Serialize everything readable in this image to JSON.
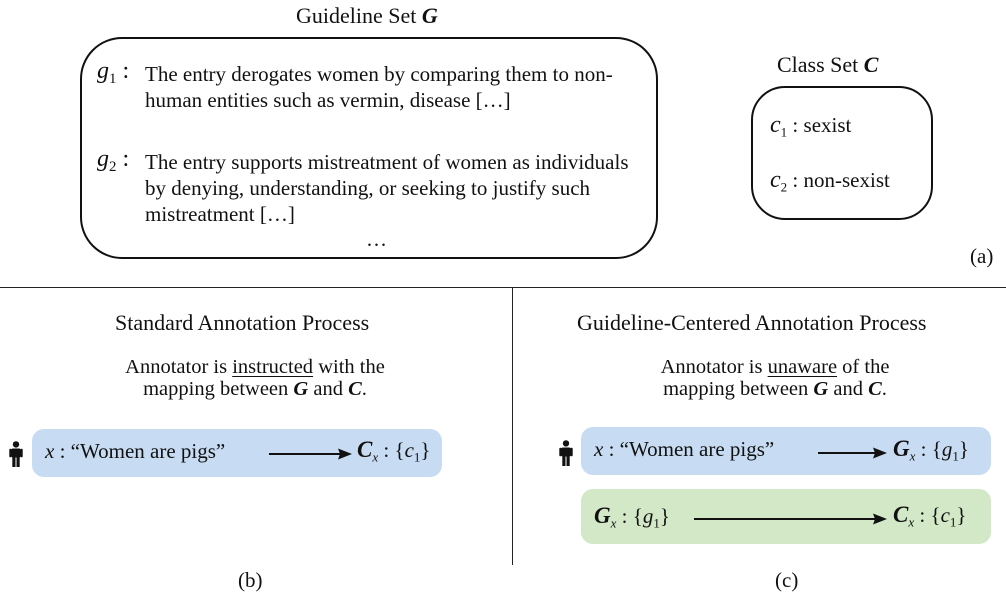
{
  "top": {
    "guideline_set": {
      "title_prefix": "Guideline Set",
      "symbol": "G",
      "items": [
        {
          "key": "g",
          "index": "1",
          "text": "The entry derogates women by comparing them to non-human entities such as vermin, disease […]"
        },
        {
          "key": "g",
          "index": "2",
          "text": "The entry supports mistreatment of women as individuals by denying, understanding, or seeking to justify such mistreatment […]"
        }
      ],
      "ellipsis": "…"
    },
    "class_set": {
      "title_prefix": "Class Set",
      "symbol": "C",
      "items": [
        {
          "key": "c",
          "index": "1",
          "label": "sexist"
        },
        {
          "key": "c",
          "index": "2",
          "label": "non-sexist"
        }
      ]
    },
    "panel_label": "(a)"
  },
  "standard": {
    "title": "Standard Annotation Process",
    "desc_pre": "Annotator is",
    "desc_emph": "instructed",
    "desc_mid": "with the mapping between",
    "desc_and": "and",
    "desc_end": ".",
    "G": "G",
    "C": "C",
    "flow": {
      "var": "x",
      "quote": "“Women are pigs”",
      "target": "C",
      "target_sub": "x",
      "set_open": "{",
      "item": "c",
      "item_sub": "1",
      "set_close": "}"
    },
    "panel_label": "(b)"
  },
  "guideline_centered": {
    "title": "Guideline-Centered Annotation Process",
    "desc_pre": "Annotator is",
    "desc_emph": "unaware",
    "desc_mid": "of the mapping between",
    "desc_and": "and",
    "desc_end": ".",
    "G": "G",
    "C": "C",
    "flow1": {
      "var": "x",
      "quote": "“Women are pigs”",
      "target": "G",
      "target_sub": "x",
      "set_open": "{",
      "item": "g",
      "item_sub": "1",
      "set_close": "}"
    },
    "flow2": {
      "source": "G",
      "source_sub": "x",
      "source_set_open": "{",
      "source_item": "g",
      "source_item_sub": "1",
      "source_set_close": "}",
      "target": "C",
      "target_sub": "x",
      "set_open": "{",
      "item": "c",
      "item_sub": "1",
      "set_close": "}"
    },
    "panel_label": "(c)"
  }
}
